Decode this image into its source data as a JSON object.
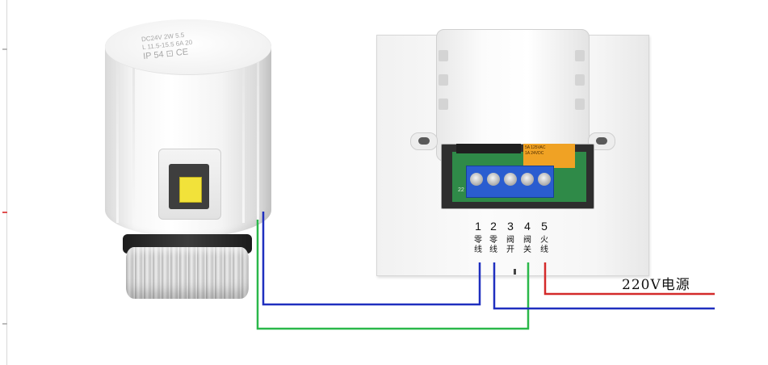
{
  "actuator": {
    "label_lines": [
      "DC24V   2W   5.5",
      "L 11.5-15.5 6A 20",
      "IP 54   ⊡ CE"
    ],
    "colors": {
      "body": "#f6f6f6",
      "indicator": "#f2e23a",
      "collar": "#2a2a2a",
      "nut": "#d4d4d4"
    }
  },
  "thermostat": {
    "relay_label": [
      "5A  125VAC",
      "1A  24VDC"
    ],
    "pcb_mark": "22",
    "terminals": [
      {
        "number": "1",
        "label": [
          "零",
          "线"
        ]
      },
      {
        "number": "2",
        "label": [
          "零",
          "线"
        ]
      },
      {
        "number": "3",
        "label": [
          "阀",
          "开"
        ]
      },
      {
        "number": "4",
        "label": [
          "阀",
          "关"
        ]
      },
      {
        "number": "5",
        "label": [
          "火",
          "线"
        ]
      }
    ],
    "colors": {
      "plate": "#f4f4f4",
      "terminal_block": "#2a5dd0",
      "pcb": "#2f8a48",
      "relay": "#f0a224"
    }
  },
  "wiring": {
    "power_label": "220V电源",
    "wires": [
      {
        "color": "#1f2fbf",
        "from": "actuator",
        "to": "terminal-1"
      },
      {
        "color": "#2ab84a",
        "from": "actuator",
        "to": "terminal-4"
      },
      {
        "color": "#1f2fbf",
        "from": "terminal-2",
        "to": "220V电源"
      },
      {
        "color": "#d42a2a",
        "from": "terminal-5",
        "to": "220V电源"
      }
    ]
  }
}
